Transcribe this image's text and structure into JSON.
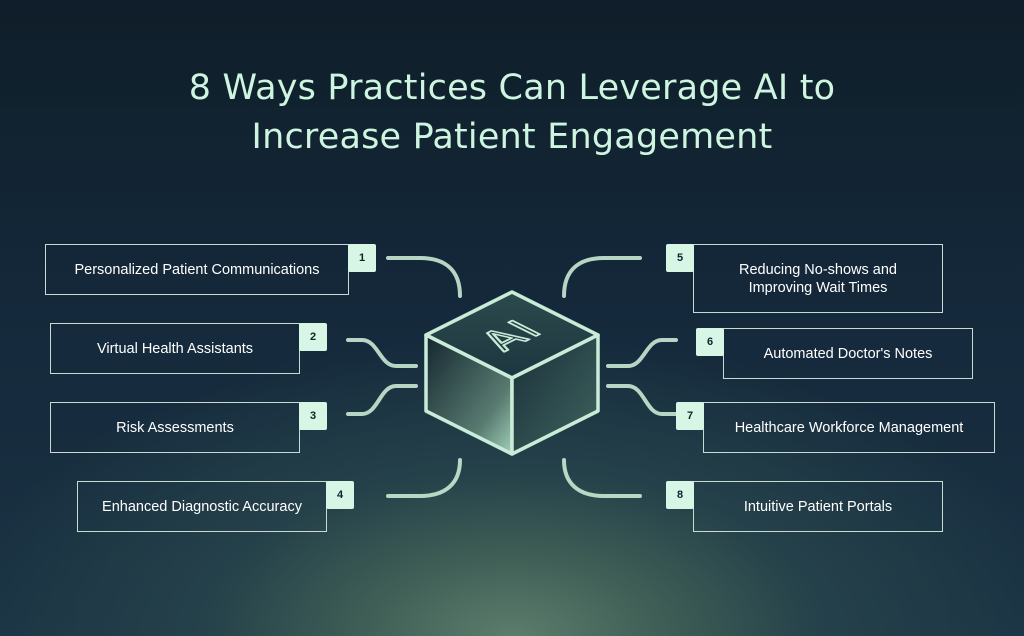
{
  "title": {
    "line1": "8 Ways Practices Can Leverage AI to",
    "line2": "Increase Patient Engagement"
  },
  "center_label": "AI",
  "items": [
    {
      "num": "1",
      "label": "Personalized Patient Communications"
    },
    {
      "num": "2",
      "label": "Virtual Health Assistants"
    },
    {
      "num": "3",
      "label": "Risk Assessments"
    },
    {
      "num": "4",
      "label": "Enhanced Diagnostic Accuracy"
    },
    {
      "num": "5",
      "label": "Reducing No-shows and Improving Wait Times"
    },
    {
      "num": "6",
      "label": "Automated Doctor's Notes"
    },
    {
      "num": "7",
      "label": "Healthcare Workforce Management"
    },
    {
      "num": "8",
      "label": "Intuitive Patient Portals"
    }
  ],
  "colors": {
    "accent": "#d7f6e5",
    "title": "#cdf5e0",
    "box_border": "#c9d9d3",
    "background": "#14283a"
  },
  "icons": [
    "ai-cube-icon"
  ]
}
